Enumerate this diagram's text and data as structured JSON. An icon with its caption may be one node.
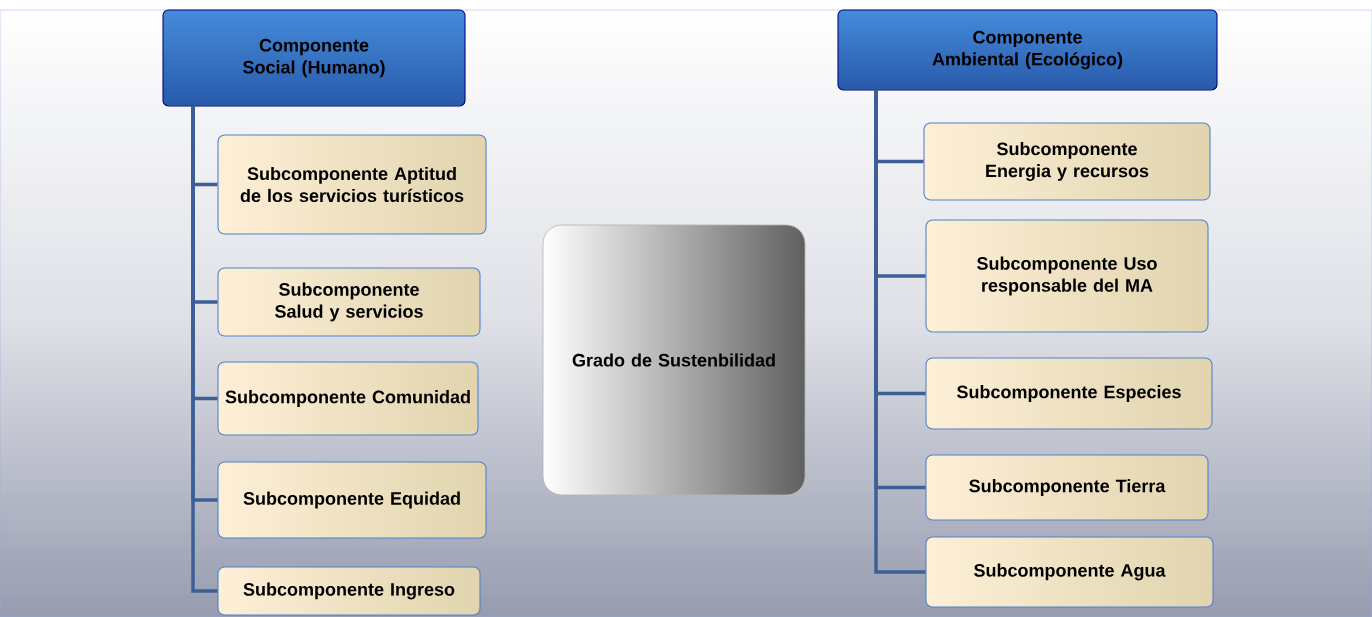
{
  "diagram": {
    "nodes": [
      {
        "text": [
          "Componente Social (Humano)"
        ]
      },
      {
        "text": [
          "Subcomponente Aptitud de los servicios turísticos"
        ]
      },
      {
        "text": [
          "Subcomponente Salud y servicios"
        ]
      },
      {
        "text": [
          "Subcomponente Comunidad"
        ]
      },
      {
        "text": [
          "Subcomponente Equidad"
        ]
      },
      {
        "text": [
          "Subcomponente Ingreso"
        ]
      },
      {
        "text": [
          "Grado de Sustenbilidad"
        ]
      },
      {
        "text": [
          "Componente Ambiental (Ecológico)"
        ]
      },
      {
        "text": [
          "Subcomponente Energia y recursos"
        ]
      },
      {
        "text": [
          "Subcomponente Uso responsable del MA"
        ]
      },
      {
        "text": [
          "Subcomponente Especies"
        ]
      },
      {
        "text": [
          "Subcomponente Tierra"
        ]
      },
      {
        "text": [
          "Subcomponente Agua"
        ]
      }
    ],
    "edges": [
      {
        "from": 0,
        "to": 1,
        "arrow": "none"
      },
      {
        "from": 0,
        "to": 2,
        "arrow": "none"
      },
      {
        "from": 0,
        "to": 3,
        "arrow": "none"
      },
      {
        "from": 0,
        "to": 4,
        "arrow": "none"
      },
      {
        "from": 0,
        "to": 5,
        "arrow": "none"
      },
      {
        "from": 7,
        "to": 8,
        "arrow": "none"
      },
      {
        "from": 7,
        "to": 9,
        "arrow": "none"
      },
      {
        "from": 7,
        "to": 10,
        "arrow": "none"
      },
      {
        "from": 7,
        "to": 11,
        "arrow": "none"
      },
      {
        "from": 7,
        "to": 12,
        "arrow": "none"
      }
    ]
  }
}
